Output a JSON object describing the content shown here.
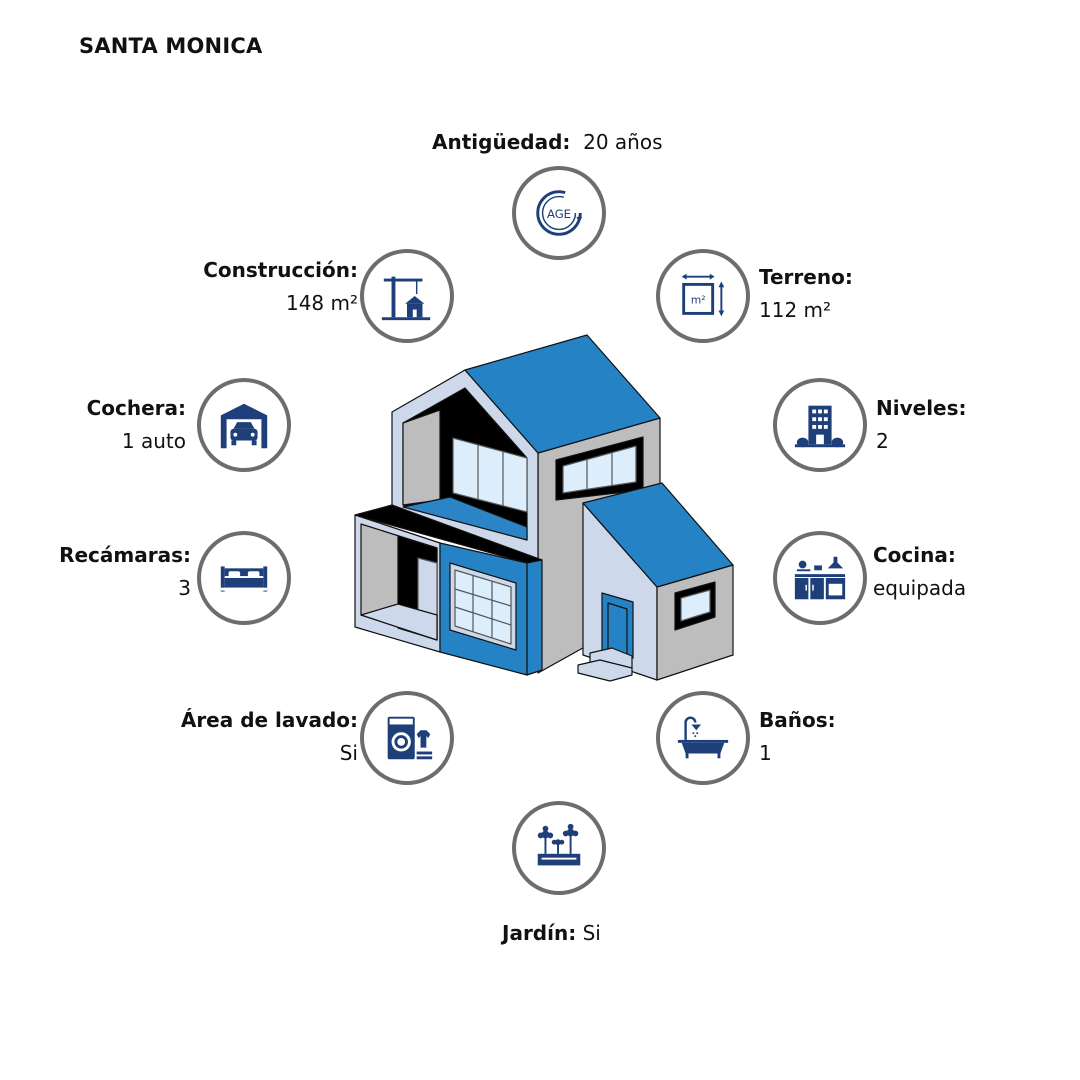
{
  "title": "SANTA MONICA",
  "icon_color": "#1e3f7a",
  "features": {
    "antiguedad": {
      "label": "Antigüedad:",
      "value": "20 años",
      "icon": "age-icon"
    },
    "construccion": {
      "label": "Construcción:",
      "value": "148 m²",
      "icon": "crane-icon"
    },
    "terreno": {
      "label": "Terreno:",
      "value": "112 m²",
      "icon": "area-m2-icon"
    },
    "cochera": {
      "label": "Cochera:",
      "value": "1 auto",
      "icon": "garage-icon"
    },
    "niveles": {
      "label": "Niveles:",
      "value": "2",
      "icon": "building-icon"
    },
    "recamaras": {
      "label": "Recámaras:",
      "value": "3",
      "icon": "bed-icon"
    },
    "cocina": {
      "label": "Cocina:",
      "value": "equipada",
      "icon": "kitchen-icon"
    },
    "lavado": {
      "label": "Área de lavado:",
      "value": "Si",
      "icon": "washing-machine-icon"
    },
    "banos": {
      "label": "Baños:",
      "value": "1",
      "icon": "bathtub-icon"
    },
    "jardin": {
      "label": "Jardín:",
      "value": "Si",
      "icon": "garden-icon"
    }
  }
}
